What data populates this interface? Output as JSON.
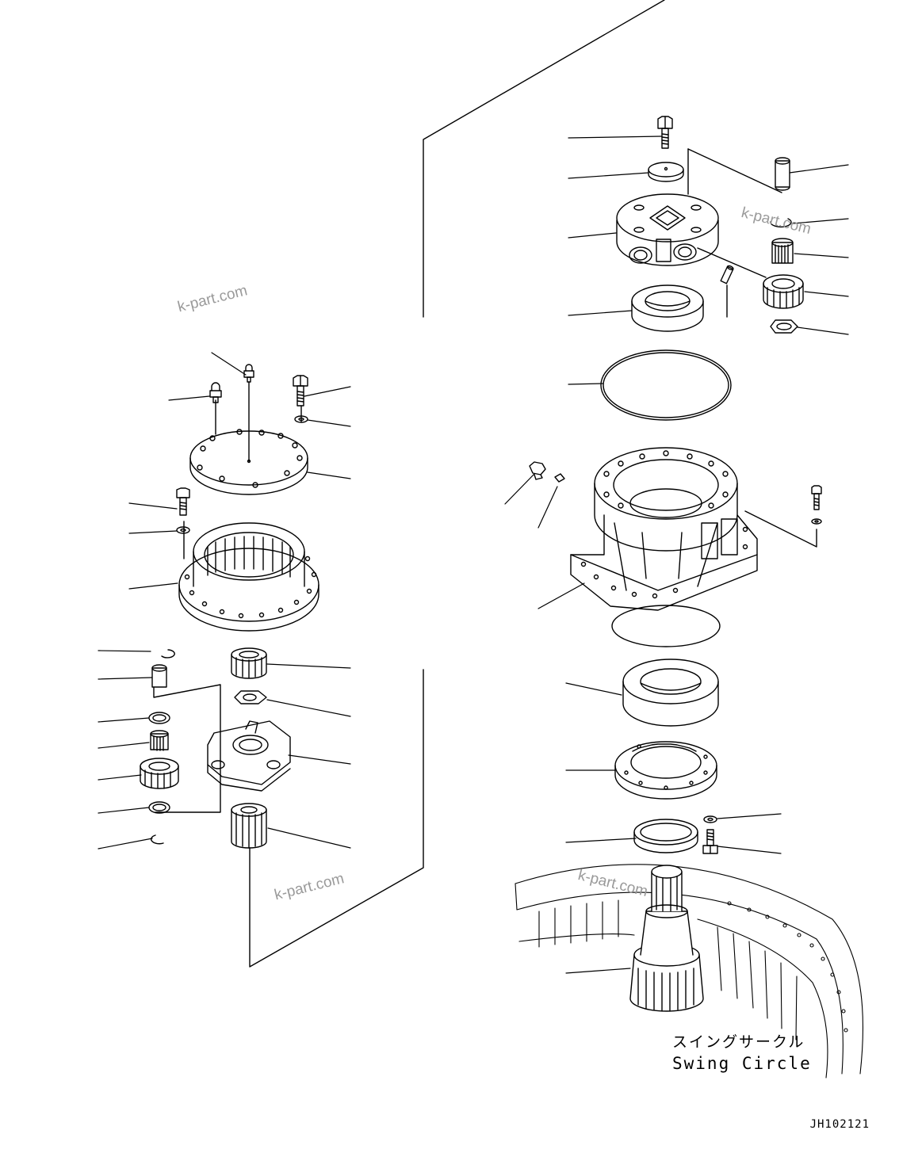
{
  "watermarks": [
    "k-part.com",
    "k-part.com",
    "k-part.com",
    "k-part.com"
  ],
  "caption": {
    "japanese": "スイングサークル",
    "english": "Swing Circle"
  },
  "drawing_code": "JH102121"
}
